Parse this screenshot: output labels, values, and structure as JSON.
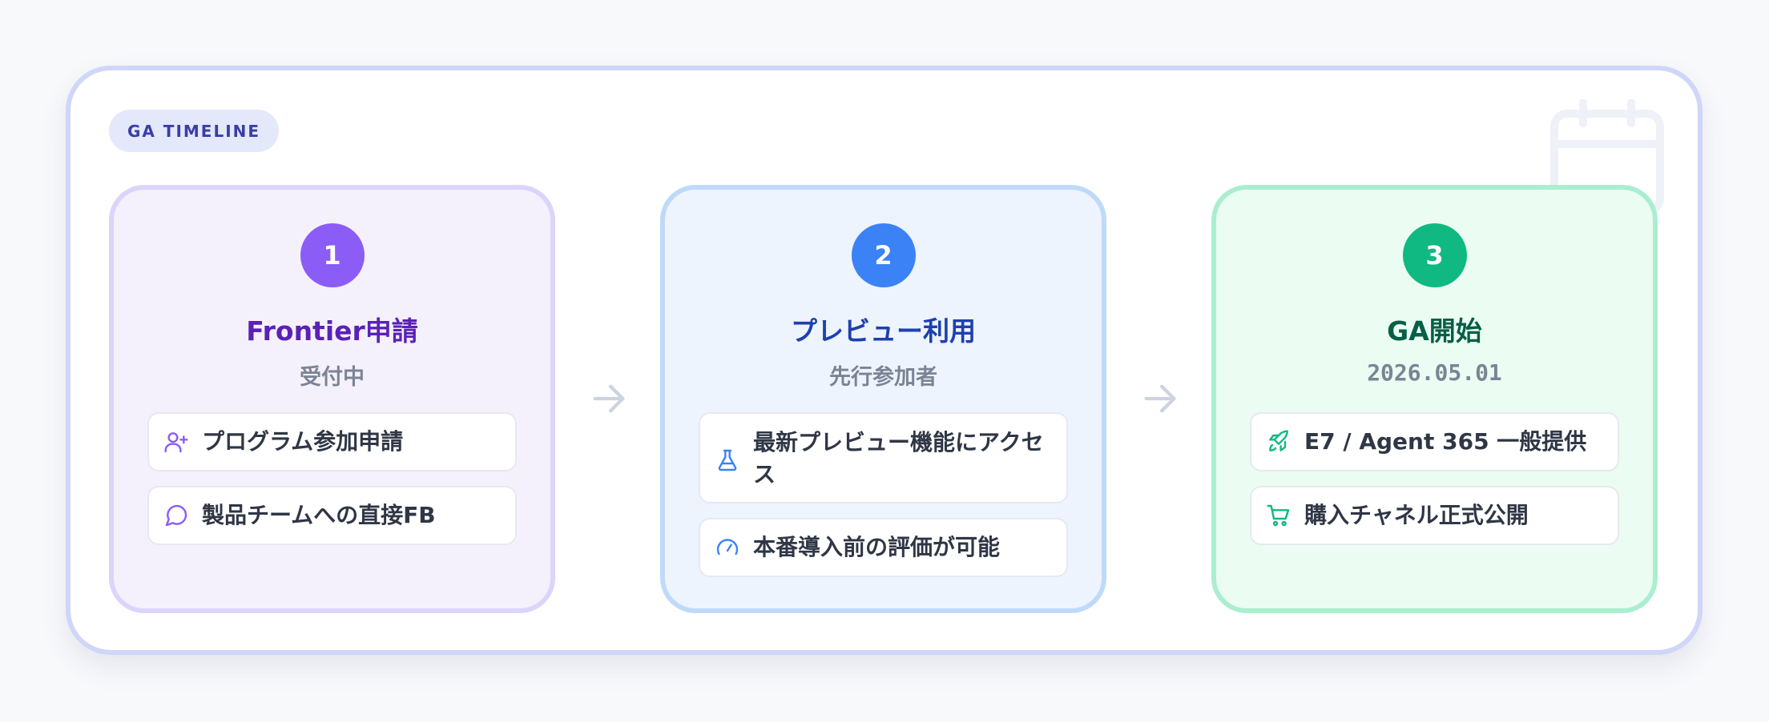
{
  "badge": "GA TIMELINE",
  "stages": [
    {
      "number": "1",
      "title": "Frontier申請",
      "subtitle": "受付中",
      "items": [
        {
          "icon": "user-plus-icon",
          "text": "プログラム参加申請"
        },
        {
          "icon": "chat-bubble-icon",
          "text": "製品チームへの直接FB"
        }
      ]
    },
    {
      "number": "2",
      "title": "プレビュー利用",
      "subtitle": "先行参加者",
      "items": [
        {
          "icon": "flask-icon",
          "text": "最新プレビュー機能にアクセス"
        },
        {
          "icon": "gauge-icon",
          "text": "本番導入前の評価が可能"
        }
      ]
    },
    {
      "number": "3",
      "title": "GA開始",
      "subtitle": "2026.05.01",
      "items": [
        {
          "icon": "rocket-icon",
          "text": "E7 / Agent 365 一般提供"
        },
        {
          "icon": "cart-icon",
          "text": "購入チャネル正式公開"
        }
      ]
    }
  ],
  "colors": {
    "stage1_accent": "#8b5cf6",
    "stage2_accent": "#3b82f6",
    "stage3_accent": "#10b981"
  }
}
